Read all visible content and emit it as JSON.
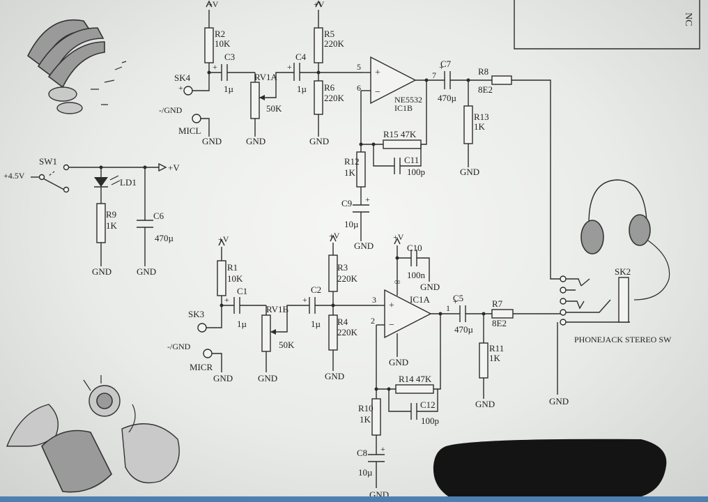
{
  "title_fragment": "NC",
  "supply": {
    "vplus": "+V",
    "gnd": "GND",
    "battery": "+4.5V",
    "switch": "SW1",
    "vout": "+V",
    "led": "LD1",
    "r9": "R9",
    "r9_val": "1K",
    "c6": "C6",
    "c6_val": "470µ"
  },
  "top_channel": {
    "r2": "R2",
    "r2_val": "10K",
    "c3": "C3",
    "c3_val": "1µ",
    "sk4": "SK4",
    "gnd_in": "-/GND",
    "mic": "MICL",
    "rv": "RV1A",
    "rv_val": "50K",
    "c4": "C4",
    "c4_val": "1µ",
    "r5": "R5",
    "r5_val": "220K",
    "r6": "R6",
    "r6_val": "220K",
    "pin_plus": "5",
    "pin_minus": "6",
    "pin_out": "7",
    "opamp": "NE5532",
    "ic": "IC1B",
    "c7": "C7",
    "c7_val": "470µ",
    "r8": "R8",
    "r8_val": "8E2",
    "r13": "R13",
    "r13_val": "1K",
    "r15": "R15 47K",
    "r12": "R12",
    "r12_val": "1K",
    "c11": "C11",
    "c11_val": "100p",
    "c9": "C9",
    "c9_val": "10µ"
  },
  "bottom_channel": {
    "r1": "R1",
    "r1_val": "10K",
    "c1": "C1",
    "c1_val": "1µ",
    "sk3": "SK3",
    "gnd_in": "-/GND",
    "mic": "MICR",
    "rv": "RV1B",
    "rv_val": "50K",
    "c2": "C2",
    "c2_val": "1µ",
    "r3": "R3",
    "r3_val": "220K",
    "r4": "R4",
    "r4_val": "220K",
    "pin_plus": "3",
    "pin_minus": "2",
    "pin_out": "1",
    "ic": "IC1A",
    "c10": "C10",
    "c10_val": "100n",
    "c5": "C5",
    "c5_val": "470µ",
    "r7": "R7",
    "r7_val": "8E2",
    "r11": "R11",
    "r11_val": "1K",
    "r14": "R14 47K",
    "r10": "R10",
    "r10_val": "1K",
    "c12": "C12",
    "c12_val": "100p",
    "c8": "C8",
    "c8_val": "10µ"
  },
  "output": {
    "sk2": "SK2",
    "jack": "PHONEJACK STEREO SW"
  },
  "symbols": {
    "plus": "+",
    "minus": "−",
    "cap_plus": "+",
    "inf": "∞"
  }
}
